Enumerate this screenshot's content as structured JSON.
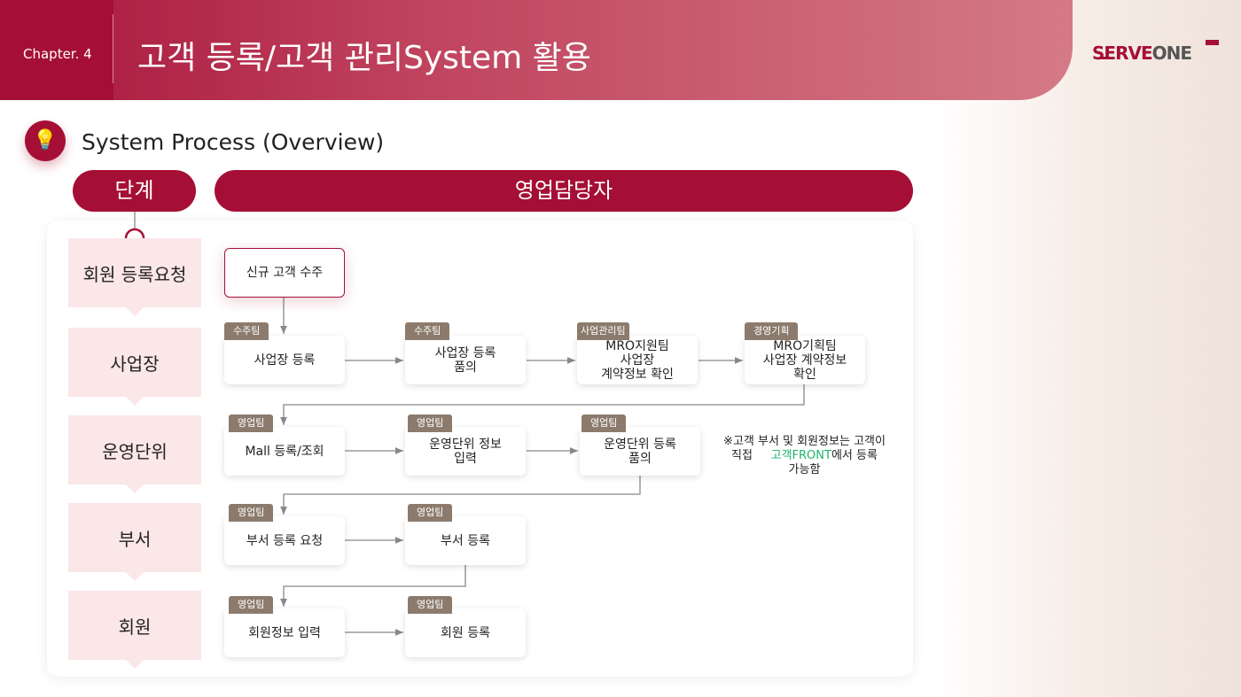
{
  "header": {
    "chapter": "Chapter. 4",
    "title": "고객 등록/고객 관리System 활용",
    "logo_red": "SERVE",
    "logo_gray": "ONE"
  },
  "section": {
    "title": "System Process (Overview)"
  },
  "columns": {
    "stage": "단계",
    "owner": "영업담당자"
  },
  "stages": [
    "회원 등록요청",
    "사업장",
    "운영단위",
    "부서",
    "회원"
  ],
  "start": "신규 고객 수주",
  "rows": {
    "site": [
      {
        "tag": "수주팀",
        "label": "사업장 등록"
      },
      {
        "tag": "수주팀",
        "label": "사업장 등록\n품의"
      },
      {
        "tag": "사업관리팀",
        "label": "MRO지원팀\n사업장\n계약정보 확인"
      },
      {
        "tag": "경영기획",
        "label": "MRO기획팀\n사업장 계약정보\n확인"
      }
    ],
    "unit": [
      {
        "tag": "영업팀",
        "label": "Mall 등록/조회"
      },
      {
        "tag": "영업팀",
        "label": "운영단위 정보\n입력"
      },
      {
        "tag": "영업팀",
        "label": "운영단위 등록\n품의"
      }
    ],
    "dept": [
      {
        "tag": "영업팀",
        "label": "부서 등록 요청"
      },
      {
        "tag": "영업팀",
        "label": "부서 등록"
      }
    ],
    "member": [
      {
        "tag": "영업팀",
        "label": "회원정보 입력"
      },
      {
        "tag": "영업팀",
        "label": "회원 등록"
      }
    ]
  },
  "note": {
    "line1": "※고객 부서 및 회원정보는 고객이",
    "line2a": "직접 ",
    "line2b": "고객FRONT",
    "line2c": "에서 등록",
    "line3": "가능함"
  },
  "colors": {
    "brand": "#a50f35",
    "tag": "#8c7b6d",
    "stage": "#fbe6e8",
    "highlight": "#1db36b"
  }
}
